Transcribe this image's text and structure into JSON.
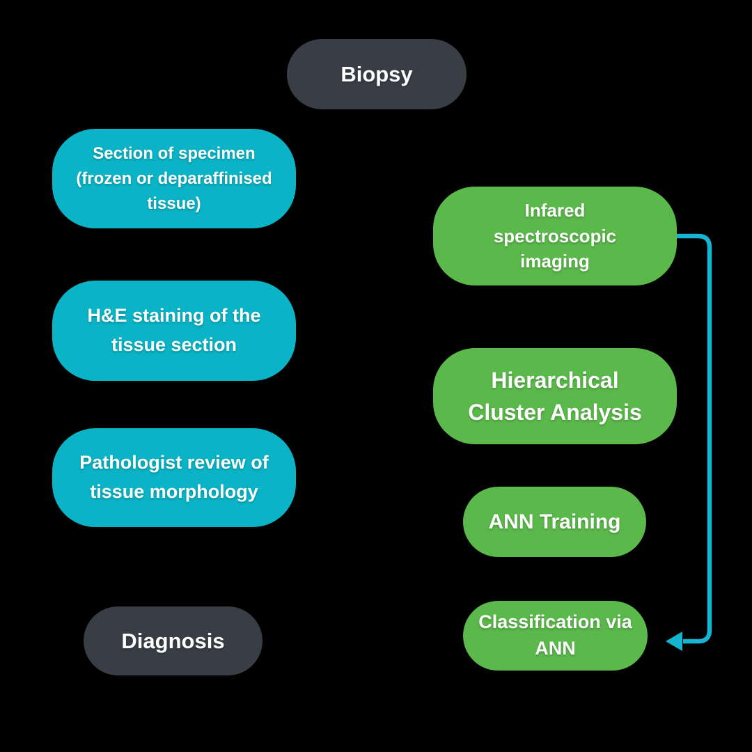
{
  "colors": {
    "background": "#000000",
    "dark_node": "#393e46",
    "teal_node": "#0ab4c6",
    "green_node": "#5bb94b",
    "connector": "#17b4d2",
    "node_text": "#ffffff"
  },
  "flowchart": {
    "nodes": [
      {
        "id": "biopsy",
        "label": "Biopsy",
        "color": "#393e46"
      },
      {
        "id": "section",
        "label": "Section of specimen\n(frozen or deparaffinised\ntissue)",
        "color": "#0ab4c6"
      },
      {
        "id": "he-staining",
        "label": "H&E staining of the\ntissue section",
        "color": "#0ab4c6"
      },
      {
        "id": "pathologist",
        "label": "Pathologist review of\ntissue morphology",
        "color": "#0ab4c6"
      },
      {
        "id": "diagnosis",
        "label": "Diagnosis",
        "color": "#393e46"
      },
      {
        "id": "infrared",
        "label": "Infared\nspectroscopic\nimaging",
        "color": "#5bb94b"
      },
      {
        "id": "hca",
        "label": "Hierarchical\nCluster Analysis",
        "color": "#5bb94b"
      },
      {
        "id": "ann-training",
        "label": "ANN Training",
        "color": "#5bb94b"
      },
      {
        "id": "classification",
        "label": "Classification via\nANN",
        "color": "#5bb94b"
      }
    ],
    "connector": {
      "from": "infrared",
      "to": "classification",
      "color": "#17b4d2"
    }
  }
}
